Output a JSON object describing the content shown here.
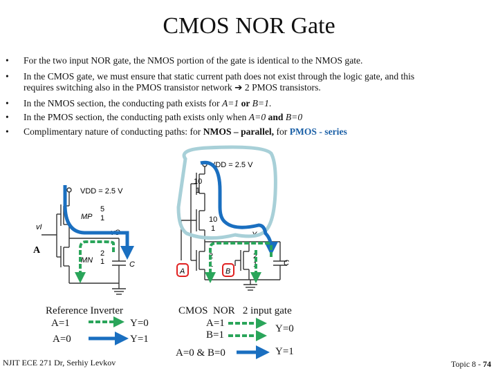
{
  "slide": {
    "title": "CMOS NOR Gate",
    "bullets": [
      {
        "text": "For the two input NOR gate, the NMOS portion of the gate is identical to the NMOS gate."
      },
      {
        "line1": "In the CMOS gate, we must ensure that static current path does not exist through the logic gate, and this",
        "line2_a": "requires switching also in the PMOS transistor network ",
        "arrow": "➔",
        "line2_b": " 2 PMOS transistors."
      },
      {
        "a": "In the NMOS section, the conducting path exists for ",
        "b": "A=1",
        "c": " or ",
        "d": "B=1",
        "e": "."
      },
      {
        "a": "In the PMOS section, the conducting path exists only when ",
        "b": "A=0",
        "c": " and ",
        "d": "B=0"
      },
      {
        "a": "Complimentary nature of conducting paths:  for ",
        "b": "NMOS – parallel,",
        "c": "  for ",
        "d": "PMOS - series"
      }
    ],
    "bullet_glyph": "•"
  },
  "inverter": {
    "vdd_label": "VDD = 2.5 V",
    "mp_label": "MP",
    "mn_label": "MN",
    "vi_label": "vI",
    "vo_label": "vO",
    "c_label": "C",
    "a_label": "A",
    "wl_p_top": "5",
    "wl_p_bot": "1",
    "wl_n_top": "2",
    "wl_n_bot": "1"
  },
  "nor": {
    "vdd_label": "VDD = 2.5 V",
    "p1_top": "10",
    "p1_bot": "1",
    "p2_top": "10",
    "p2_bot": "1",
    "na_top": "2",
    "na_bot": "1",
    "nb_top": "2",
    "nb_bot": "1",
    "y_label": "Y",
    "c_label": "C",
    "a_label": "A",
    "b_label": "B"
  },
  "legend_left": {
    "heading": "Reference Inverter",
    "row1_in": "A=1",
    "row1_out": "Y=0",
    "row2_in": "A=0",
    "row2_out": "Y=1"
  },
  "legend_right": {
    "heading": "CMOS  NOR   2 input gate",
    "row1_in": "A=1",
    "row2_in": "B=1",
    "row12_out": "Y=0",
    "row3_in": "A=0 & B=0",
    "row3_out": "Y=1"
  },
  "footer": {
    "left": "NJIT ECE 271  Dr, Serhiy Levkov",
    "right_prefix": "Topic 8 - ",
    "right_page": "74"
  },
  "colors": {
    "blue": "#1a6fc0",
    "green": "#2aa55a",
    "pale_blue": "#a8d0d8",
    "red": "#e02020",
    "circuit": "#333333"
  }
}
